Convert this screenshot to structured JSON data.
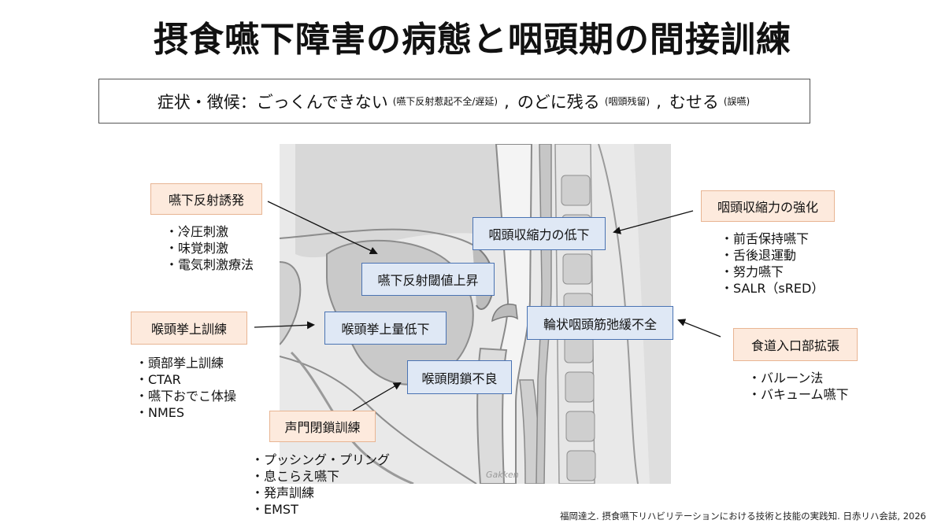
{
  "title": "摂食嚥下障害の病態と咽頭期の間接訓練",
  "symptom": {
    "lead": "症状・徴候：ごっくんできない",
    "note1": "(嚥下反射惹起不全/遅延)",
    "sep1": ",",
    "part2": "のどに残る",
    "note2": "(咽頭残留)",
    "sep2": ",",
    "part3": "むせる",
    "note3": "(誤嚥)"
  },
  "watermark": "Gakken",
  "pathology": {
    "reflex_threshold": "嚥下反射閾値上昇",
    "pharyngeal_contraction": "咽頭収縮力の低下",
    "laryngeal_elevation": "喉頭挙上量低下",
    "ues_relaxation": "輪状咽頭筋弛緩不全",
    "laryngeal_closure": "喉頭閉鎖不良"
  },
  "training": {
    "reflex_induction": {
      "label": "嚥下反射誘発",
      "items": [
        "・冷圧刺激",
        "・味覚刺激",
        "・電気刺激療法"
      ]
    },
    "pharyngeal_strength": {
      "label": "咽頭収縮力の強化",
      "items": [
        "・前舌保持嚥下",
        "・舌後退運動",
        "・努力嚥下",
        "・SALR（sRED）"
      ]
    },
    "laryngeal_elevation": {
      "label": "喉頭挙上訓練",
      "items": [
        "・頭部挙上訓練",
        "・CTAR",
        "・嚥下おでこ体操",
        "・NMES"
      ]
    },
    "esophageal_entrance": {
      "label": "食道入口部拡張",
      "items": [
        "・バルーン法",
        "・バキューム嚥下"
      ]
    },
    "glottic_closure": {
      "label": "声門閉鎖訓練",
      "items": [
        "・プッシング・プリング",
        "・息こらえ嚥下",
        "・発声訓練",
        "・EMST"
      ]
    }
  },
  "citation": "福岡達之. 摂食嚥下リハビリテーションにおける技術と技能の実践知. 日赤リハ会誌, 2026"
}
